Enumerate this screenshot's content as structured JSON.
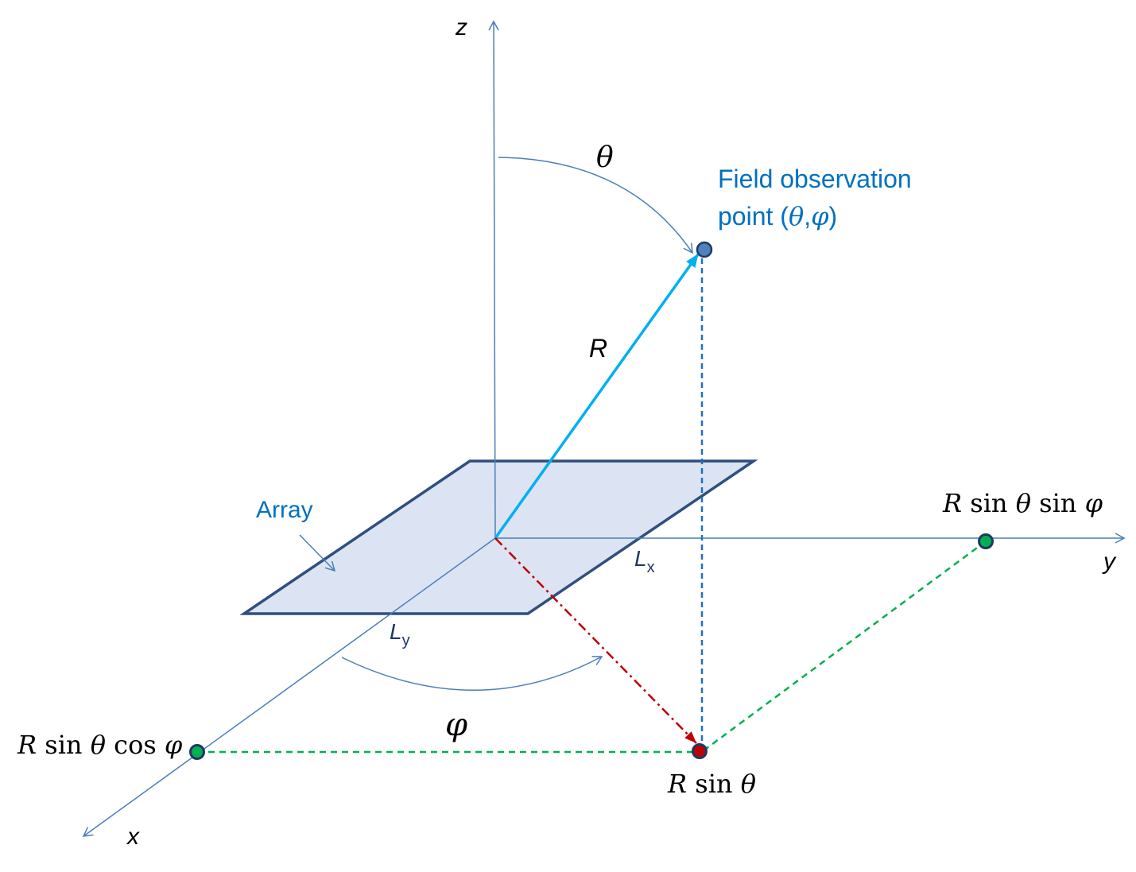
{
  "axes": {
    "z_label": "z",
    "y_label": "y",
    "x_label": "x"
  },
  "labels": {
    "theta": "θ",
    "phi": "φ",
    "radius": "R",
    "field_point_line1": "Field observation",
    "field_point_line2_prefix": "point (",
    "field_point_theta": "θ",
    "field_point_comma": ",",
    "field_point_phi": "φ",
    "field_point_suffix": ")",
    "array": "Array",
    "lx_main": "L",
    "lx_sub": "x",
    "ly_main": "L",
    "ly_sub": "y",
    "r_sin_theta_sin_phi": {
      "r": "R",
      "sin1": " sin ",
      "theta": "θ",
      "sin2": " sin ",
      "phi": "φ"
    },
    "r_sin_theta_cos_phi": {
      "r": "R",
      "sin": " sin ",
      "theta": "θ",
      "cos": " cos ",
      "phi": "φ"
    },
    "r_sin_theta": {
      "r": "R",
      "sin": " sin ",
      "theta": "θ"
    }
  },
  "colors": {
    "axis": "#4a7ebb",
    "array_fill": "#dce3f2",
    "array_edge": "#2f4f7f",
    "radius_vector": "#00b0f0",
    "projection_dashed": "#1f6fc5",
    "ground_projection": "#c00000",
    "green_dashed": "#00b050",
    "point_fill": "#4f81bd",
    "point_edge": "#1f3864",
    "green_point": "#00b050",
    "red_point": "#c00000",
    "label_blue": "#0070c0",
    "label_dark": "#1f3864",
    "label_black": "#000000"
  }
}
